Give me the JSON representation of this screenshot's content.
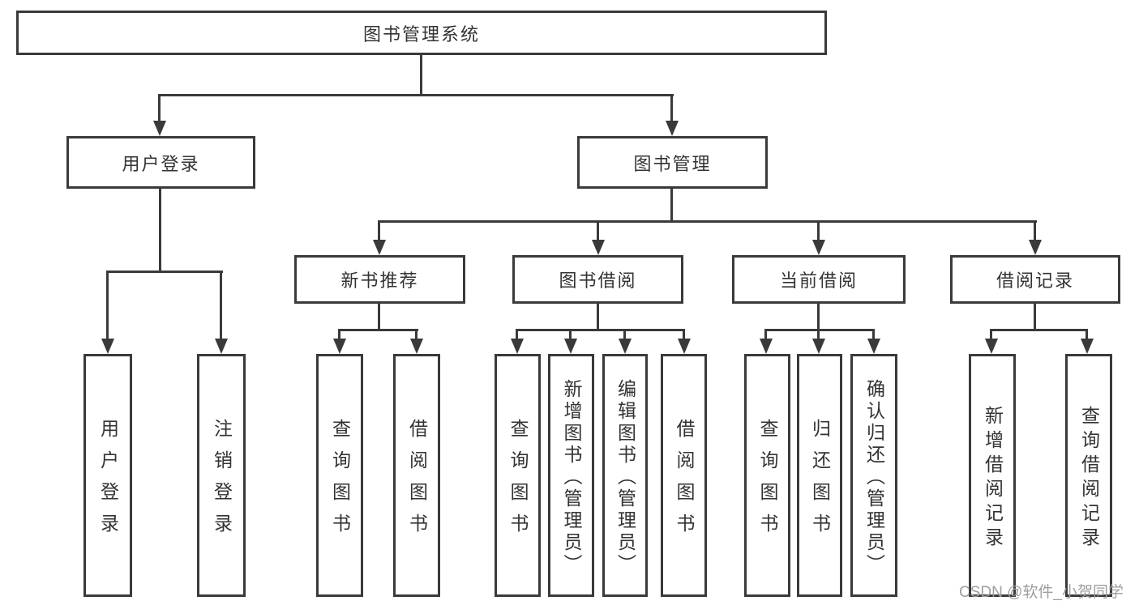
{
  "diagram": {
    "type": "hierarchy-tree",
    "orientation": "top-down",
    "tree": {
      "label": "图书管理系统",
      "children": [
        {
          "label": "用户登录",
          "children": [
            {
              "label": "用户登录"
            },
            {
              "label": "注销登录"
            }
          ]
        },
        {
          "label": "图书管理",
          "children": [
            {
              "label": "新书推荐",
              "children": [
                {
                  "label": "查询图书"
                },
                {
                  "label": "借阅图书"
                }
              ]
            },
            {
              "label": "图书借阅",
              "children": [
                {
                  "label": "查询图书"
                },
                {
                  "label": "新增图书（管理员）"
                },
                {
                  "label": "编辑图书（管理员）"
                },
                {
                  "label": "借阅图书"
                }
              ]
            },
            {
              "label": "当前借阅",
              "children": [
                {
                  "label": "查询图书"
                },
                {
                  "label": "归还图书"
                },
                {
                  "label": "确认归还（管理员）"
                }
              ]
            },
            {
              "label": "借阅记录",
              "children": [
                {
                  "label": "新增借阅记录"
                },
                {
                  "label": "查询借阅记录"
                }
              ]
            }
          ]
        }
      ]
    },
    "colors": {
      "line": "#3a3a3a",
      "text": "#333333",
      "background": "#ffffff",
      "watermark_text_color": "#9e9e9e"
    }
  },
  "watermark": {
    "text": "CSDN @软件_小贺同学"
  }
}
